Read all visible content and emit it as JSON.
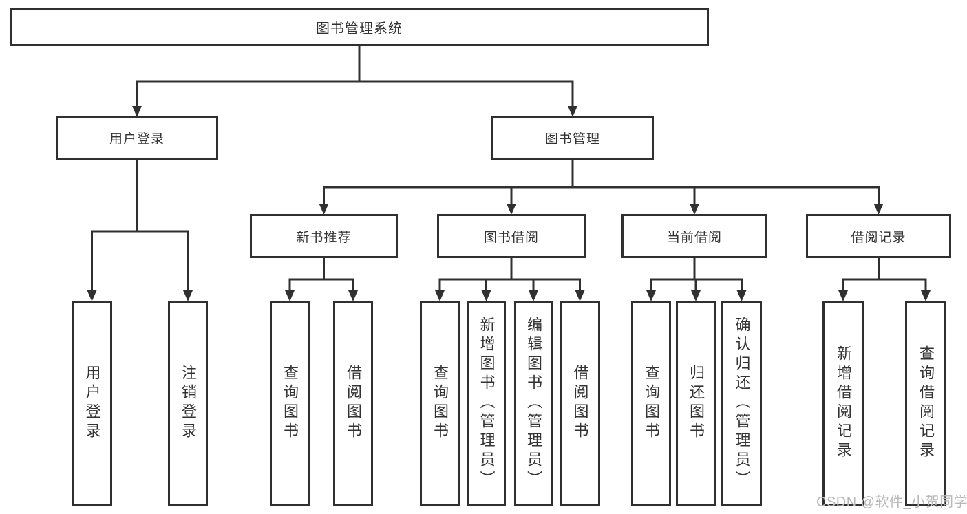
{
  "root": {
    "label": "图书管理系统"
  },
  "tree": {
    "user_login": {
      "label": "用户登录",
      "children": [
        {
          "label": "用户登录"
        },
        {
          "label": "注销登录"
        }
      ]
    },
    "book_management": {
      "label": "图书管理",
      "children": [
        {
          "label": "新书推荐",
          "children": [
            {
              "label": "查询图书"
            },
            {
              "label": "借阅图书"
            }
          ]
        },
        {
          "label": "图书借阅",
          "children": [
            {
              "label": "查询图书"
            },
            {
              "label": "新增图书（管理员）"
            },
            {
              "label": "编辑图书（管理员）"
            },
            {
              "label": "借阅图书"
            }
          ]
        },
        {
          "label": "当前借阅",
          "children": [
            {
              "label": "查询图书"
            },
            {
              "label": "归还图书"
            },
            {
              "label": "确认归还（管理员）"
            }
          ]
        },
        {
          "label": "借阅记录",
          "children": [
            {
              "label": "新增借阅记录"
            },
            {
              "label": "查询借阅记录"
            }
          ]
        }
      ]
    }
  },
  "watermark": "CSDN @软件_小贺同学",
  "colors": {
    "line": "#303030",
    "text": "#333333",
    "box_fill": "#ffffff",
    "background": "#ffffff",
    "watermark": "#b9b9b9"
  }
}
